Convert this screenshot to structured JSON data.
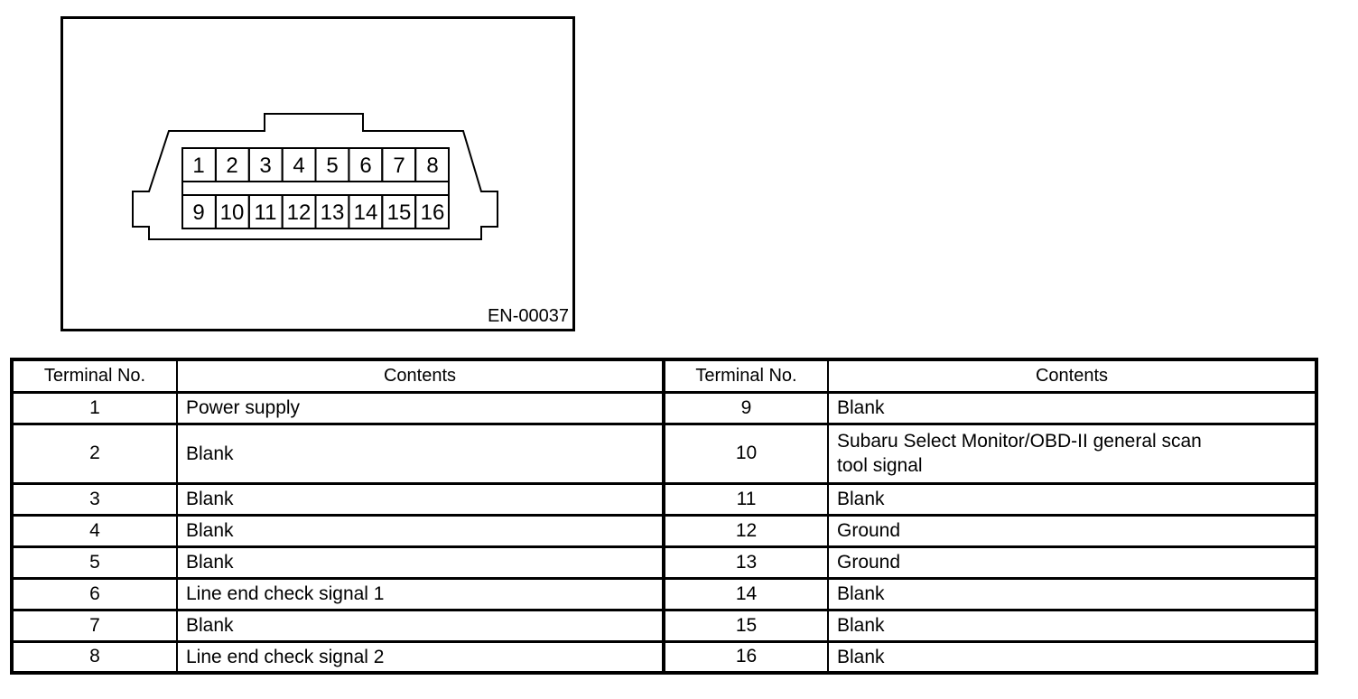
{
  "page": {
    "background": "#ffffff",
    "ink": "#000000"
  },
  "diagram": {
    "figure_code": "EN-00037",
    "pins_top_row": [
      "1",
      "2",
      "3",
      "4",
      "5",
      "6",
      "7",
      "8"
    ],
    "pins_bottom_row": [
      "9",
      "10",
      "11",
      "12",
      "13",
      "14",
      "15",
      "16"
    ]
  },
  "table": {
    "headers": [
      "Terminal No.",
      "Contents",
      "Terminal No.",
      "Contents"
    ],
    "rows": [
      {
        "terminal_left": "1",
        "contents_left": "Power supply",
        "terminal_right": "9",
        "contents_right": "Blank"
      },
      {
        "terminal_left": "2",
        "contents_left": "Blank",
        "terminal_right": "10",
        "contents_right": "Subaru Select Monitor/OBD-II general scan\ntool signal"
      },
      {
        "terminal_left": "3",
        "contents_left": "Blank",
        "terminal_right": "11",
        "contents_right": "Blank"
      },
      {
        "terminal_left": "4",
        "contents_left": "Blank",
        "terminal_right": "12",
        "contents_right": "Ground"
      },
      {
        "terminal_left": "5",
        "contents_left": "Blank",
        "terminal_right": "13",
        "contents_right": "Ground"
      },
      {
        "terminal_left": "6",
        "contents_left": "Line end check signal 1",
        "terminal_right": "14",
        "contents_right": "Blank"
      },
      {
        "terminal_left": "7",
        "contents_left": "Blank",
        "terminal_right": "15",
        "contents_right": "Blank"
      },
      {
        "terminal_left": "8",
        "contents_left": "Line end check signal 2",
        "terminal_right": "16",
        "contents_right": "Blank"
      }
    ]
  }
}
